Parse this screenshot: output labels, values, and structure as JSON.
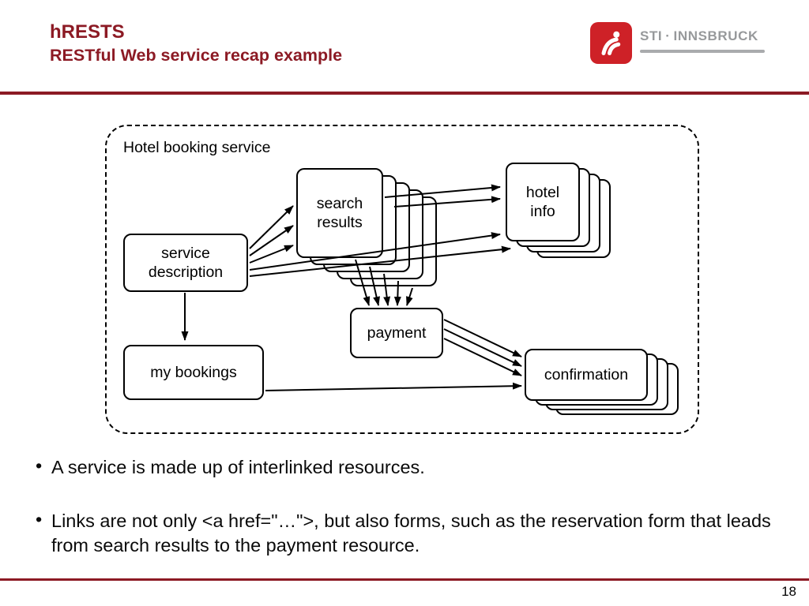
{
  "header": {
    "title": "hRESTS",
    "subtitle": "RESTful Web service recap example",
    "logo": {
      "primary": "STI",
      "separator": "·",
      "secondary": "INNSBRUCK"
    }
  },
  "diagram": {
    "label": "Hotel booking service",
    "nodes": {
      "service_description": "service description",
      "search_results": "search results",
      "hotel_info": "hotel info",
      "payment": "payment",
      "my_bookings": "my bookings",
      "confirmation": "confirmation"
    }
  },
  "bullet_marker": "•",
  "bullets": [
    "A service is made up of interlinked resources.",
    "Links are not only <a href=\"…\">, but also forms, such as the reservation form that leads from search results to the payment resource."
  ],
  "footer": {
    "page_number": "18"
  },
  "colors": {
    "accent": "#8C1A24",
    "logo_red": "#CE2127",
    "logo_gray": "#97999B"
  }
}
